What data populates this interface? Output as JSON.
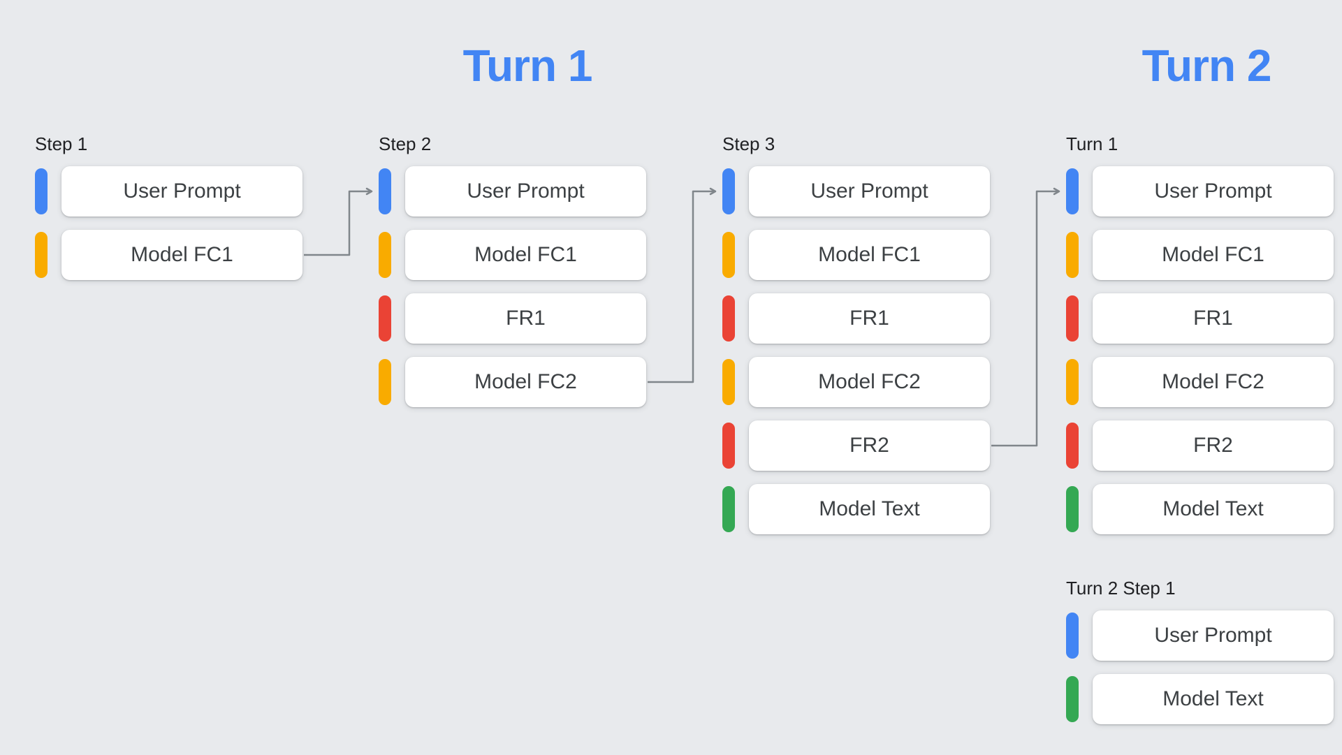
{
  "headings": {
    "turn1": "Turn 1",
    "turn2": "Turn 2"
  },
  "colors": {
    "heading": "#4285F4",
    "user_prompt": "#4285F4",
    "model_fc": "#F9AB00",
    "function_response": "#EA4335",
    "model_text": "#34A853",
    "arrow": "#80868B"
  },
  "columns": [
    {
      "label": "Step 1",
      "cards": [
        {
          "text": "User Prompt",
          "type": "user_prompt"
        },
        {
          "text": "Model FC1",
          "type": "model_fc"
        }
      ]
    },
    {
      "label": "Step 2",
      "cards": [
        {
          "text": "User Prompt",
          "type": "user_prompt"
        },
        {
          "text": "Model FC1",
          "type": "model_fc"
        },
        {
          "text": "FR1",
          "type": "function_response"
        },
        {
          "text": "Model FC2",
          "type": "model_fc"
        }
      ]
    },
    {
      "label": "Step 3",
      "cards": [
        {
          "text": "User Prompt",
          "type": "user_prompt"
        },
        {
          "text": "Model FC1",
          "type": "model_fc"
        },
        {
          "text": "FR1",
          "type": "function_response"
        },
        {
          "text": "Model FC2",
          "type": "model_fc"
        },
        {
          "text": "FR2",
          "type": "function_response"
        },
        {
          "text": "Model Text",
          "type": "model_text"
        }
      ]
    },
    {
      "label": "Turn 1",
      "cards": [
        {
          "text": "User Prompt",
          "type": "user_prompt"
        },
        {
          "text": "Model FC1",
          "type": "model_fc"
        },
        {
          "text": "FR1",
          "type": "function_response"
        },
        {
          "text": "Model FC2",
          "type": "model_fc"
        },
        {
          "text": "FR2",
          "type": "function_response"
        },
        {
          "text": "Model Text",
          "type": "model_text"
        }
      ]
    },
    {
      "label": "Turn 2 Step 1",
      "cards": [
        {
          "text": "User Prompt",
          "type": "user_prompt"
        },
        {
          "text": "Model Text",
          "type": "model_text"
        }
      ]
    }
  ]
}
